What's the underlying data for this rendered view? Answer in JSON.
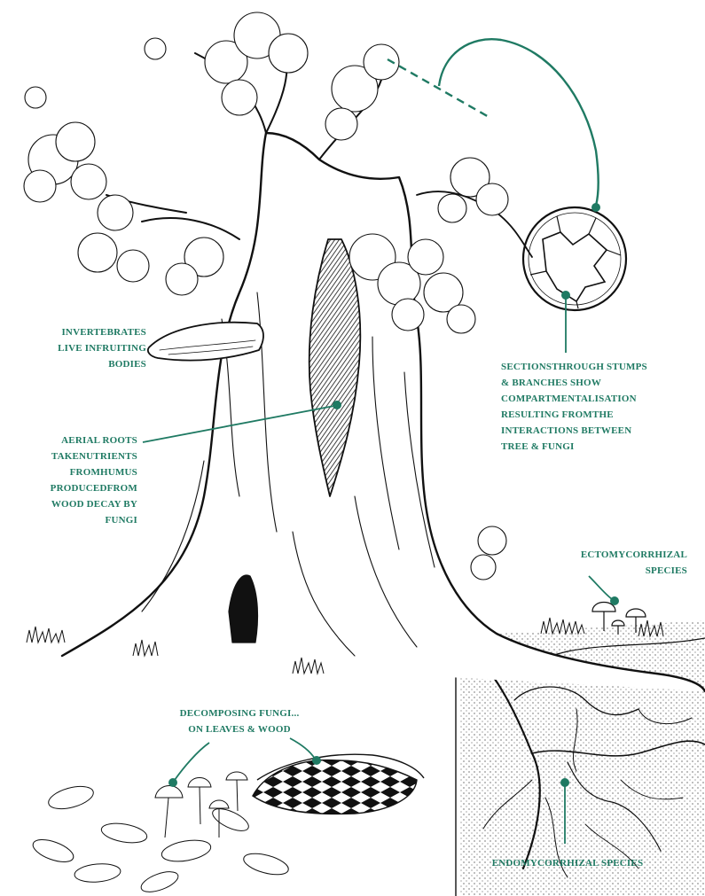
{
  "colors": {
    "accent": "#1f7a63",
    "ink": "#141414",
    "paper": "#ffffff"
  },
  "labels": {
    "invertebrates": [
      "INVERTEBRATES",
      "LIVE INFRUITING",
      "BODIES"
    ],
    "aerial_roots": [
      "AERIAL ROOTS",
      "TAKENUTRIENTS",
      "FROMHUMUS",
      "PRODUCEDFROM",
      "WOOD DECAY BY",
      "FUNGI"
    ],
    "sections": [
      "SECTIONSTHROUGH STUMPS",
      "& BRANCHES SHOW",
      "COMPARTMENTALISATION",
      "RESULTING FROMTHE",
      "INTERACTIONS BETWEEN",
      "TREE & FUNGI"
    ],
    "ectomycorrhizal": [
      "ECTOMYCORRHIZAL",
      "SPECIES"
    ],
    "decomposing": [
      "DECOMPOSING FUNGI...",
      "ON LEAVES & WOOD"
    ],
    "endomycorrhizal": [
      "ENDOMYCORRHIZAL SPECIES"
    ]
  },
  "icons": {
    "tree": "tree-illustration",
    "cross_section": "branch-cross-section-icon",
    "bracket_fungus": "bracket-fungus-icon",
    "mushrooms": "mushroom-cluster-icon",
    "roots": "root-network-icon"
  }
}
